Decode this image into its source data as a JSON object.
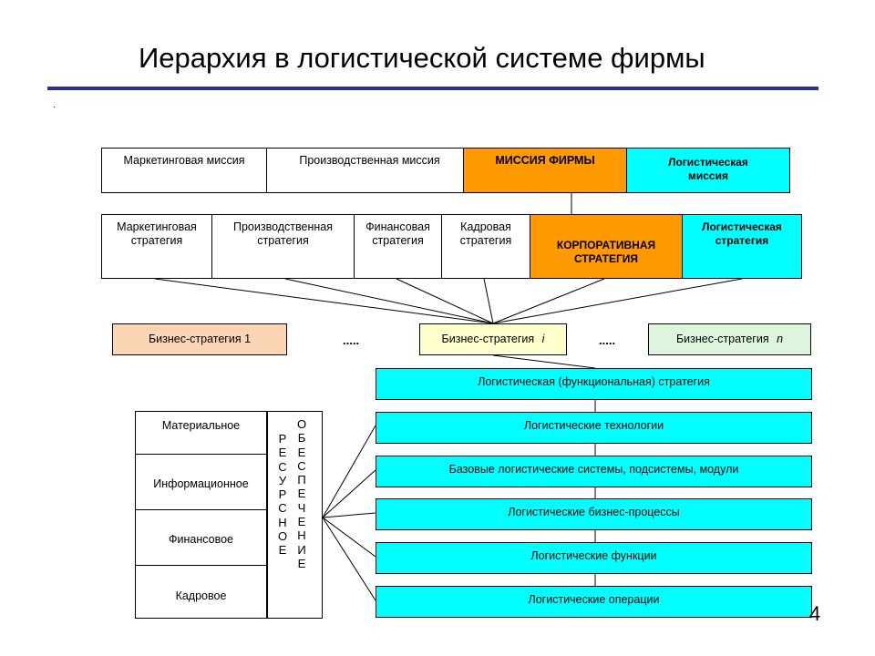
{
  "title": "Иерархия в логистической системе фирмы",
  "dot": ".",
  "page_number": "4",
  "missions": {
    "marketing": "Маркетинговая миссия",
    "production": "Производственная миссия",
    "firm": "МИССИЯ ФИРМЫ",
    "logistic": [
      "Логистическая",
      "миссия"
    ]
  },
  "strategies": {
    "marketing": [
      "Маркетинговая",
      "стратегия"
    ],
    "production": [
      "Производственная",
      "стратегия"
    ],
    "financial": [
      "Финансовая",
      "стратегия"
    ],
    "personnel": [
      "Кадровая",
      "стратегия"
    ],
    "corporate": [
      "КОРПОРАТИВНАЯ",
      "СТРАТЕГИЯ"
    ],
    "logistic": [
      "Логистическая",
      "стратегия"
    ]
  },
  "business": {
    "first": "Бизнес-стратегия 1",
    "middle": "Бизнес-стратегия",
    "middle_index": "i",
    "last": "Бизнес-стратегия",
    "last_index": "n",
    "ellipsis": "....."
  },
  "levels": [
    "Логистическая (функциональная) стратегия",
    "Логистические технологии",
    "Базовые логистические системы, подсистемы, модули",
    "Логистические бизнес-процессы",
    "Логистические функции",
    "Логистические операции"
  ],
  "resources": [
    "Материальное",
    "Информационное",
    "Финансовое",
    "Кадровое"
  ],
  "resource_word": [
    "Р",
    "Е",
    "С",
    "У",
    "Р",
    "С",
    "Н",
    "О",
    "Е"
  ],
  "support_word": [
    "О",
    "Б",
    "Е",
    "С",
    "П",
    "Е",
    "Ч",
    "Е",
    "Н",
    "И",
    "Е"
  ],
  "colors": {
    "accent_rule": "#2e2e9a",
    "firm_mission": "#ff9900",
    "logistic": "#00ffff",
    "business_1": "#fcd5b4",
    "business_i": "#ffffcc",
    "business_n": "#ddf5dd"
  }
}
